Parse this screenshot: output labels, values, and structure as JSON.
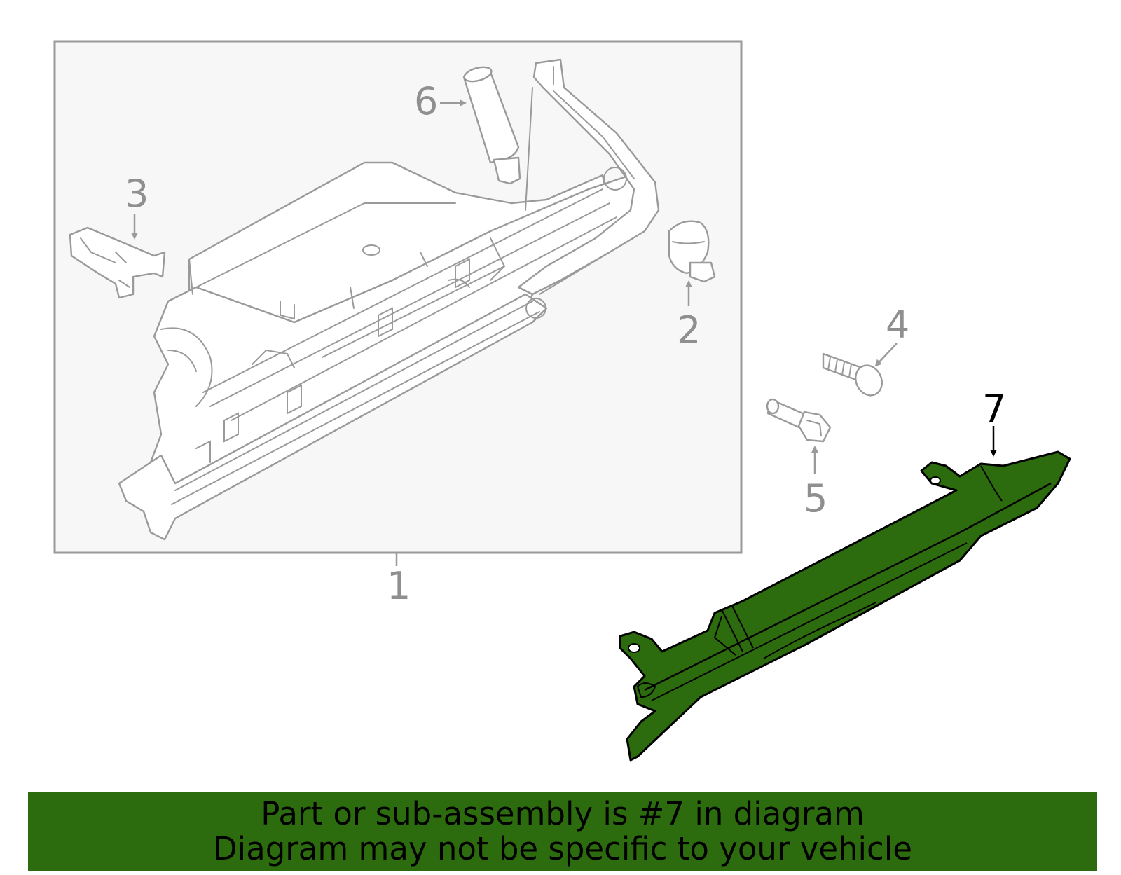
{
  "callouts": {
    "c1": "1",
    "c2": "2",
    "c3": "3",
    "c4": "4",
    "c5": "5",
    "c6": "6",
    "c7": "7"
  },
  "banner": {
    "line1": "Part or sub-assembly is #7 in diagram",
    "line2": "Diagram may not be specific to your vehicle"
  },
  "colors": {
    "highlight_part": "#2c6b0e",
    "banner_background": "#2c6b0e",
    "line_gray": "#9a9a9a",
    "box_background": "#f7f7f7"
  }
}
